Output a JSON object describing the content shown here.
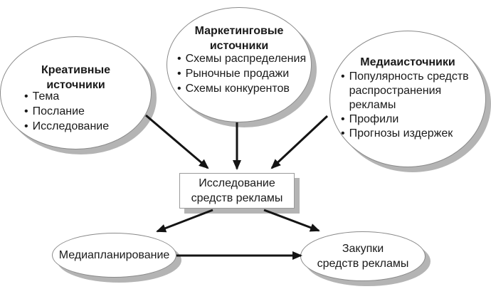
{
  "colors": {
    "background": "#ffffff",
    "text": "#1a1a1a",
    "node_fill": "#ffffff",
    "node_outline": "#8a8a8a",
    "shadow": "#b4b4b4",
    "arrow": "#141414"
  },
  "bullet": "•",
  "nodes": {
    "creative": {
      "title": "Креативные\nисточники",
      "items": [
        "Тема",
        "Послание",
        "Исследование"
      ]
    },
    "marketing": {
      "title": "Маркетинговые\nисточники",
      "items": [
        "Схемы распределения",
        "Рыночные продажи",
        "Схемы конкурентов"
      ]
    },
    "media": {
      "title": "Медиаисточники",
      "items": [
        "Популярность средств распространения рекламы",
        "Профили",
        "Прогнозы издержек"
      ]
    },
    "research": {
      "label": "Исследование\nсредств рекламы"
    },
    "planning": {
      "label": "Медиапланирование"
    },
    "purchase": {
      "label": "Закупки\nсредств рекламы"
    }
  },
  "edges": [
    {
      "from": "creative",
      "to": "research"
    },
    {
      "from": "marketing",
      "to": "research"
    },
    {
      "from": "media",
      "to": "research"
    },
    {
      "from": "research",
      "to": "planning"
    },
    {
      "from": "research",
      "to": "purchase"
    },
    {
      "from": "planning",
      "to": "purchase"
    }
  ]
}
